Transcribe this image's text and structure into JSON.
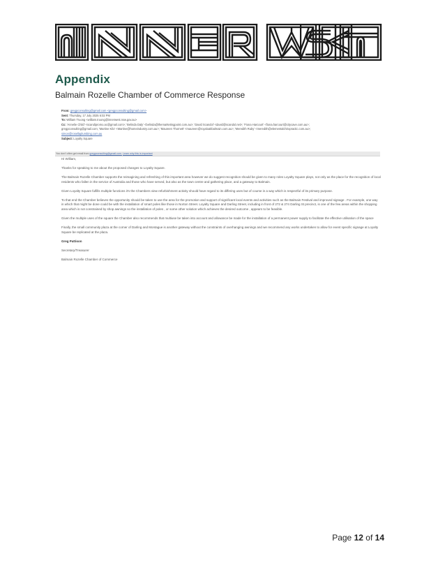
{
  "logo": {
    "text": "INNER WEST"
  },
  "heading": {
    "title": "Appendix",
    "subtitle": "Balmain Rozelle Chamber of Commerce Response"
  },
  "email": {
    "from_label": "From:",
    "from_value": "gregpconsulting@gmail.com <gregpconsulting@gmail.com>",
    "sent_label": "Sent:",
    "sent_value": "Thursday, 17 July 2025 6:02 PM",
    "to_label": "To:",
    "to_value": "William Truong <william.truong@innerwest.nsw.gov.au>",
    "cc_label": "Cc:",
    "cc_line1": "'Annelie Child' <scandipromo.ac@gmail.com>; 'Belinda Daly' <belinda@themarketingpoint.com.au>; 'David Scandol' <david@scandol.net>; 'Fiona Harcourt' <fiona.harcourt@citycave.com.au>;",
    "cc_line2": "gregpconsulting@gmail.com; 'Martine Kilo' <Martine@homeindustry.com.au>; 'Maureen Thornett' <maureen@royaloakbalmain.com.au>; 'Meredith Ruby' <meredith@elementalchiropractic.com.au>;",
    "cc_line3": "simon@rosellaplumbing.com.au",
    "subject_label": "Subject:",
    "subject_value": "Loyalty Square",
    "warning_prefix": "You don't often get email from",
    "warning_email": "gregpconsulting@gmail.com.",
    "warning_link": "Learn why this is important"
  },
  "body": {
    "greeting": "Hi William,",
    "paragraphs": [
      "Thanks for speaking to me about the proposed changes to Loyalty Square.",
      "The Balmain Rozelle Chamber supports the reimagining and refreshing of this important area however we do suggest recognition should be given to many roles Loyalty Square plays, not only as the place for the recognition of local residents who fallen in the service of Australia and those who have served, but also as the town centre and gathering place, and a gateway to Balmain.",
      "Given Loyalty Square fulfills multiple functions it's the Chambers view refurbishment activity should have regard to its differing uses but of course in a way which is respectful of its primary purpose.",
      "To that end the Chamber believes the opportunity should be taken to use the area for the promotion and support of significant local events and activities such as the Balmain Festival and improved signage . For example, one way in which that might be done could be with the installation of smart poles like those in Norton Street. Loyalty Square and Darling Street, including in front of 272 & 274 Darling St precinct, is one of the few areas within the shopping area which is not constrained by shop awnings so the installation of poles , or some other solution which achieves the desired outcome , appears to be feasible.",
      "Given the multiple uses of the square the Chamber also recommends that multiuse be taken into account and allowance be made for the installation of a permanent power supply to facilitate the effective utilisation of the space",
      "Finally, the small community plaza at the corner of Darling and Montague is another gateway without the constraints of overhanging awnings and we recommend any works undertaken to allow for event specific signage at Loyalty Square be replicated at the plaza."
    ],
    "sign_name": "Greg Pattison",
    "sign_role": "Secretary/Treasurer",
    "sign_org": "Balmain Rozelle Chamber of Commerce"
  },
  "footer": {
    "page_prefix": "Page",
    "page_current": "12",
    "page_of": "of",
    "page_total": "14"
  },
  "colors": {
    "heading": "#1f5a4c",
    "logo": "#1a1a1a",
    "link": "#4a6fb0"
  }
}
